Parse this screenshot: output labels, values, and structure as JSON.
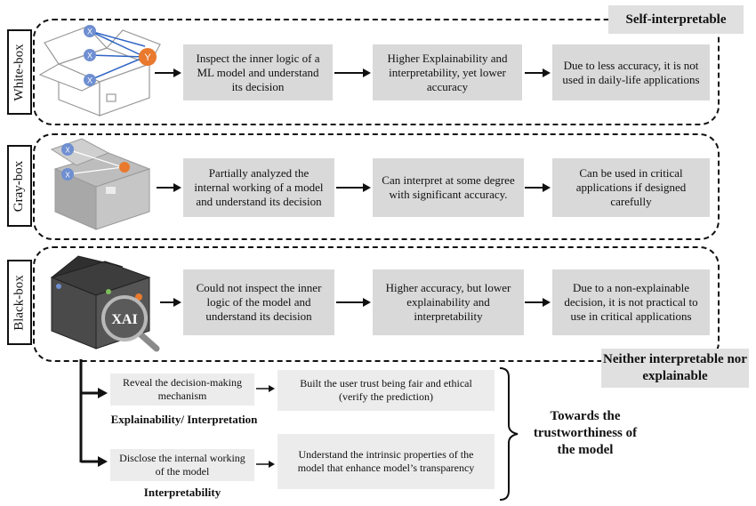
{
  "tags": {
    "self_interpretable": "Self-interpretable",
    "neither": "Neither interpretable nor explainable"
  },
  "rows": [
    {
      "label": "White-box",
      "steps": [
        "Inspect the inner logic of a ML model and understand its decision",
        "Higher Explainability and interpretability, yet lower accuracy",
        "Due to less accuracy, it is not used in daily-life applications"
      ]
    },
    {
      "label": "Gray-box",
      "steps": [
        "Partially analyzed the internal working of a model and understand its decision",
        "Can interpret at some degree with significant accuracy.",
        "Can be used in critical applications if designed carefully"
      ]
    },
    {
      "label": "Black-box",
      "steps": [
        "Could not inspect the inner logic of the model and understand its decision",
        "Higher accuracy, but lower explainability and interpretability",
        "Due to a non-explainable decision, it is not practical to use in critical applications"
      ]
    }
  ],
  "icons": {
    "x": "X",
    "y": "Y",
    "xai": "XAI"
  },
  "bottom": {
    "explain": {
      "left": "Reveal the decision-making mechanism",
      "right": "Built the user trust being fair and ethical (verify the prediction)",
      "caption": "Explainability/ Interpretation"
    },
    "interp": {
      "left": "Disclose the internal working of the model",
      "right": "Understand the intrinsic properties of the model that enhance model’s transparency",
      "caption": "Interpretability"
    },
    "conclusion": "Towards the trustworthiness of the model"
  }
}
